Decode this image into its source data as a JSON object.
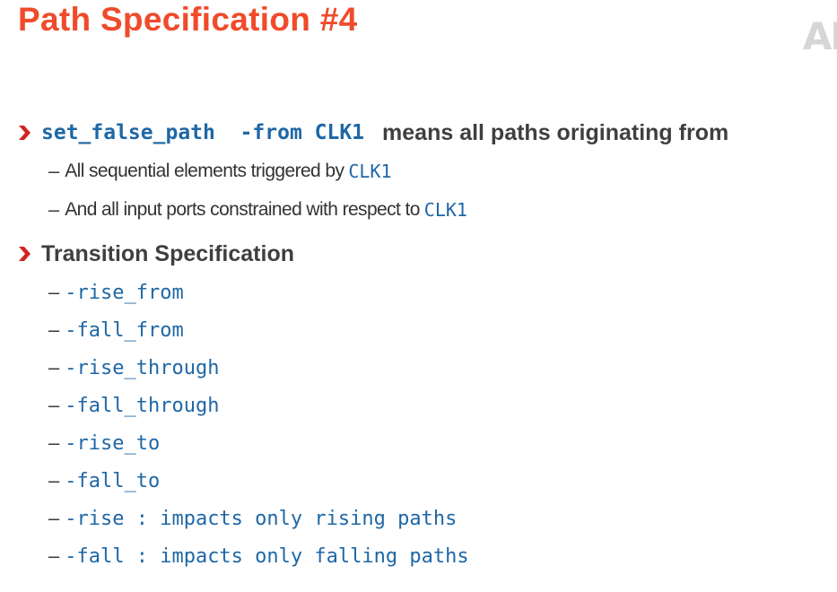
{
  "slide": {
    "title": "Path Specification #4",
    "logo_text": "AI",
    "bullets": [
      {
        "code": "set_false_path  -from CLK1",
        "text": "means all paths originating from",
        "subitems": [
          {
            "text": "All sequential elements triggered by",
            "code": "CLK1"
          },
          {
            "text": "And all input ports constrained with respect to",
            "code": "CLK1"
          }
        ]
      },
      {
        "heading": "Transition Specification",
        "subitems": [
          "-rise_from",
          "-fall_from",
          "-rise_through",
          "-fall_through",
          "-rise_to",
          "-fall_to",
          "-rise : impacts only rising paths",
          "-fall : impacts only falling paths"
        ]
      }
    ]
  },
  "colors": {
    "title": "#ef4b2b",
    "bullet_chevron": "#d0251f",
    "code": "#1f67a6",
    "text": "#3f3f3f",
    "logo": "#d6d6d6"
  },
  "icons": {
    "bullet": "chevron-right-icon"
  }
}
